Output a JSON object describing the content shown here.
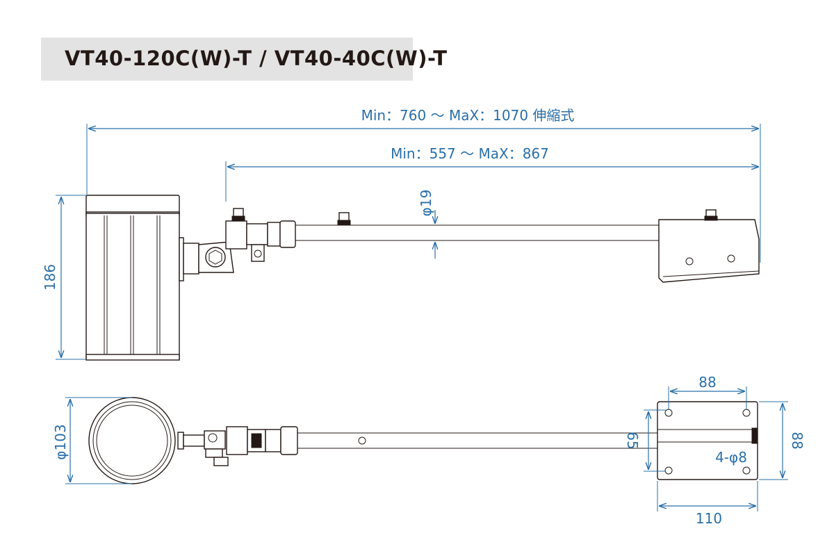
{
  "title": "VT40-120C(W)-T / VT40-40C(W)-T",
  "colors": {
    "dimension": "#2a6fa8",
    "line": "#231815",
    "title_bg": "#e3e3e3"
  },
  "side_view": {
    "overall_length": "Min：760 ～ MaX：1070 伸縮式",
    "arm_length": "Min：557 ～ MaX：867",
    "pipe_diameter": "φ19",
    "lamp_height": "186"
  },
  "top_view": {
    "lamp_diameter": "φ103",
    "hole_pitch_width": "88",
    "plate_width": "110",
    "plate_height": "88",
    "hole_pitch_height": "65",
    "holes": "4-φ8"
  }
}
